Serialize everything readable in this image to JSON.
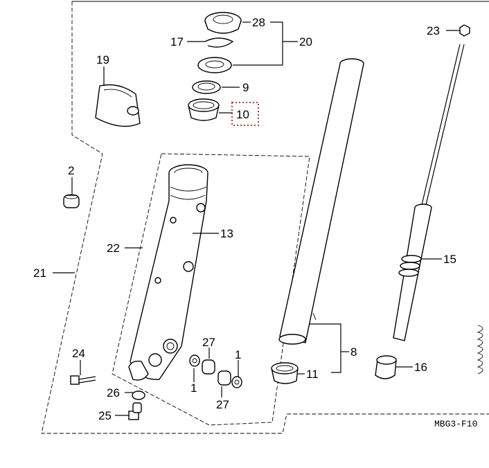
{
  "diagram": {
    "callouts": {
      "p1a": "1",
      "p1b": "1",
      "p2": "2",
      "p8": "8",
      "p9": "9",
      "p10": "10",
      "p11": "11",
      "p13": "13",
      "p15": "15",
      "p16": "16",
      "p17": "17",
      "p19": "19",
      "p20": "20",
      "p21": "21",
      "p22": "22",
      "p23": "23",
      "p24": "24",
      "p25": "25",
      "p26": "26",
      "p27a": "27",
      "p27b": "27",
      "p28": "28"
    },
    "figure_code": "MBG3-F10",
    "selected_callout": "10"
  }
}
